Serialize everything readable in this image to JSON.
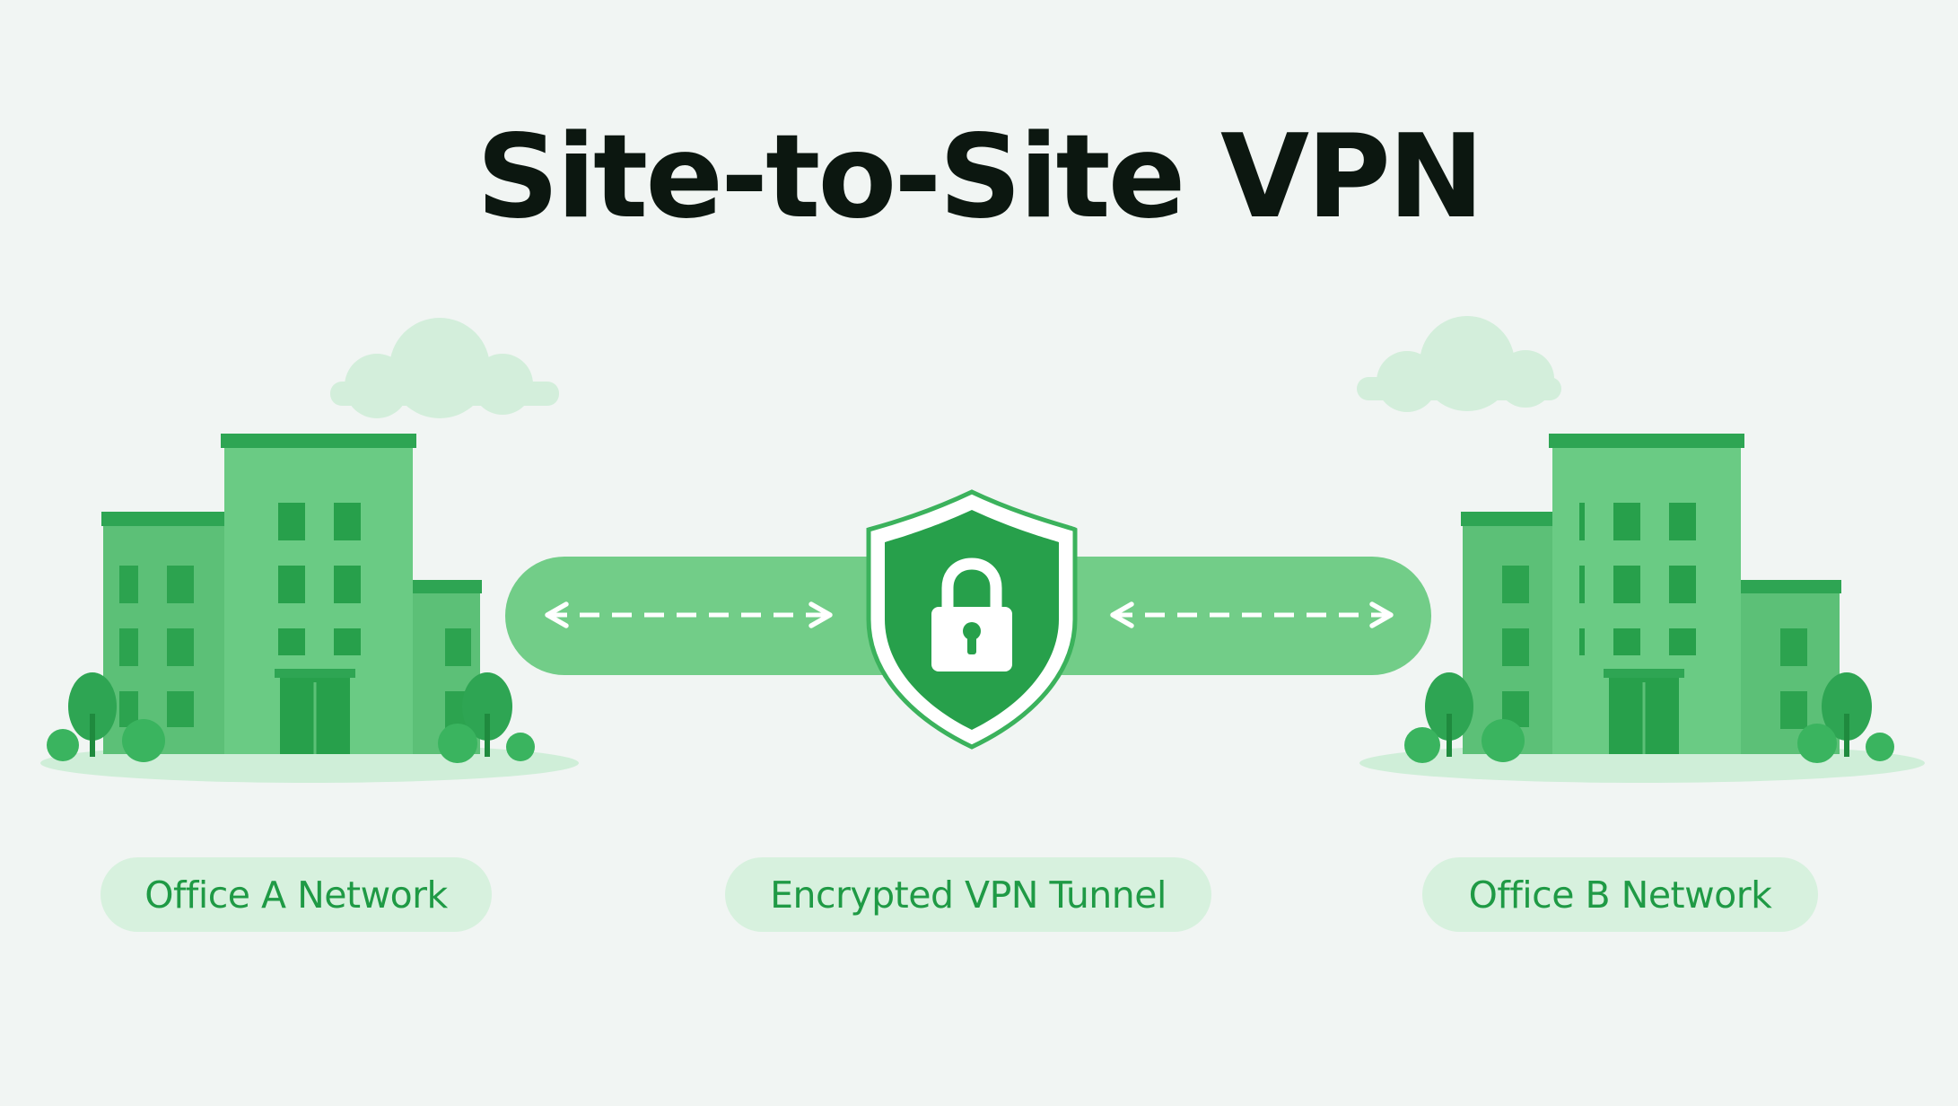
{
  "title": "Site-to-Site VPN",
  "labels": {
    "office_a": "Office A Network",
    "tunnel": "Encrypted VPN Tunnel",
    "office_b": "Office B Network"
  },
  "icons": [
    "cloud-icon",
    "office-building-icon",
    "tree-icon",
    "shield-icon",
    "padlock-icon",
    "double-arrow-icon"
  ],
  "colors": {
    "background": "#f1f5f3",
    "title": "#0c1710",
    "green_dark": "#1f9a45",
    "green_mid": "#56c472",
    "green_light": "#7dd492",
    "green_pale": "#d7f1de",
    "white": "#ffffff"
  }
}
